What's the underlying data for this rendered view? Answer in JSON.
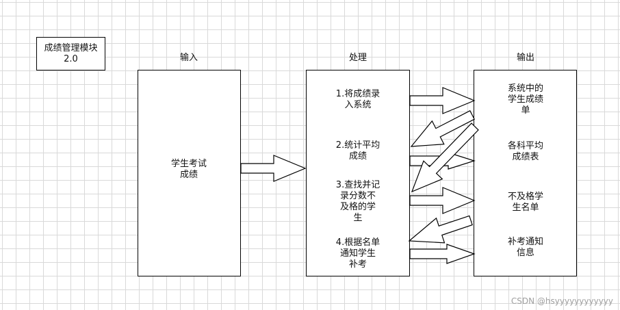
{
  "title_box": {
    "text": "成绩管理模块\n2.0"
  },
  "headers": {
    "input": "输入",
    "process": "处理",
    "output": "输出"
  },
  "input_box": {
    "text": "学生考试\n成绩"
  },
  "process_steps": [
    "1.将成绩录\n入系统",
    "2.统计平均\n成绩",
    "3.查找并记\n录分数不\n及格的学\n生",
    "4.根据名单\n通知学生\n补考"
  ],
  "outputs": [
    "系统中的\n学生成绩\n单",
    "各科平均\n成绩表",
    "不及格学\n生名单",
    "补考通知\n信息"
  ],
  "watermark": "CSDN @hsyyyyyyyyyyyy"
}
